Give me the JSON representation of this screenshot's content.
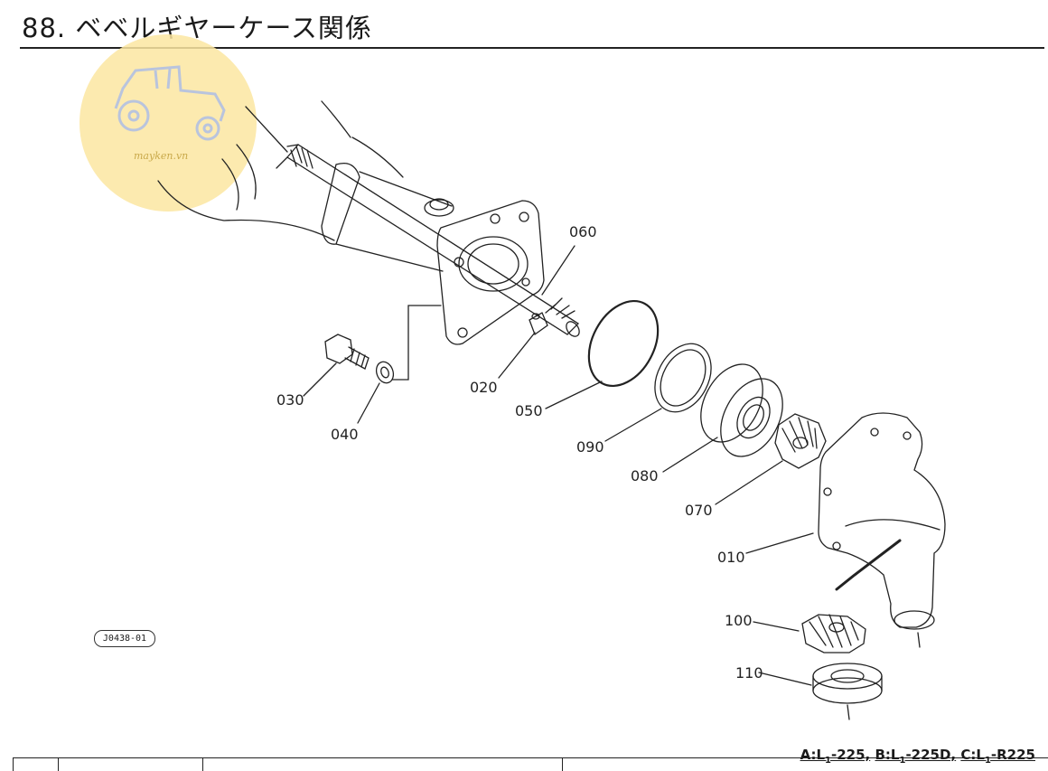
{
  "page": {
    "title": "88. ベベルギヤーケース関係",
    "figure_code": "J0438-01",
    "watermark_text": "mayken.vn"
  },
  "parts": [
    {
      "id": "060"
    },
    {
      "id": "050"
    },
    {
      "id": "090"
    },
    {
      "id": "080"
    },
    {
      "id": "070"
    },
    {
      "id": "010"
    },
    {
      "id": "020"
    },
    {
      "id": "030"
    },
    {
      "id": "040"
    },
    {
      "id": "100"
    },
    {
      "id": "110"
    }
  ],
  "footer": {
    "models": [
      {
        "prefix": "A:L",
        "sub": "1",
        "suffix": "-225,"
      },
      {
        "prefix": "B:L",
        "sub": "1",
        "suffix": "-225D,"
      },
      {
        "prefix": "C:L",
        "sub": "1",
        "suffix": "-R225"
      }
    ]
  },
  "colors": {
    "line": "#222222",
    "watermark": "#fbe6a1",
    "paper": "#ffffff"
  }
}
